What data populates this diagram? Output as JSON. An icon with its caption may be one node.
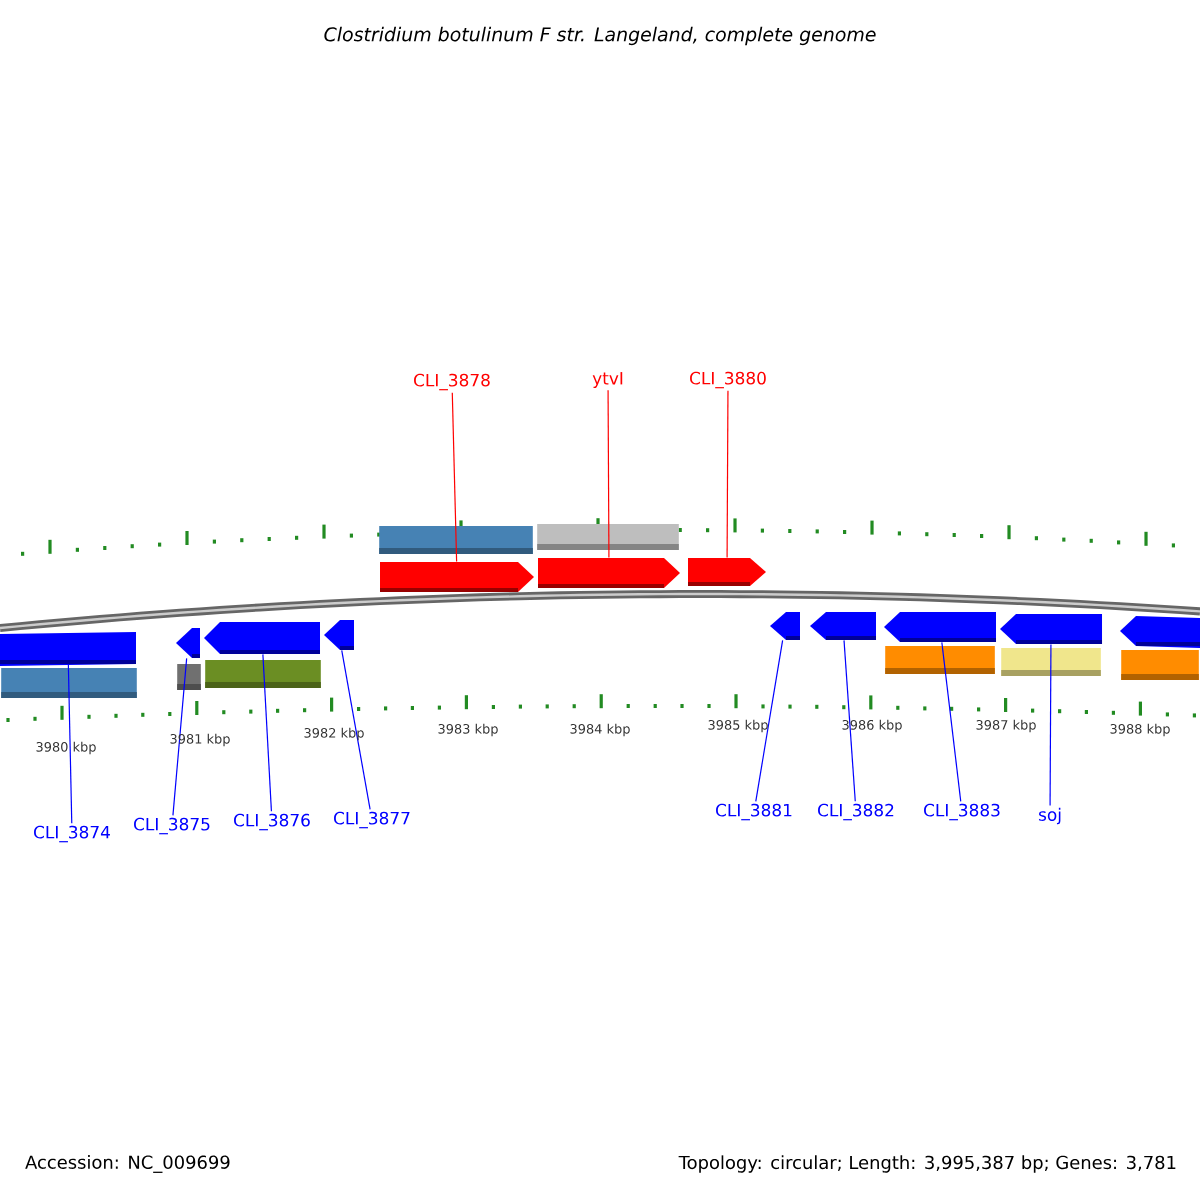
{
  "diagram": {
    "title": "Clostridium botulinum F str. Langeland, complete genome",
    "nodes": [
      {
        "text": [
          "CLI_3878"
        ]
      },
      {
        "text": [
          "ytvI"
        ]
      },
      {
        "text": [
          "CLI_3880"
        ]
      },
      {
        "text": [],
        "shape": "bar"
      },
      {
        "text": [],
        "shape": "bar"
      },
      {
        "text": [],
        "shape": "bar"
      },
      {
        "text": [],
        "shape": "bar"
      },
      {
        "text": [],
        "shape": "bar"
      },
      {
        "text": [],
        "shape": "bar"
      },
      {
        "text": [],
        "shape": "bar"
      },
      {
        "text": [],
        "shape": "bar"
      },
      {
        "text": [],
        "shape": "bar"
      },
      {
        "text": [],
        "shape": "bar"
      },
      {
        "text": [],
        "shape": "bar"
      },
      {
        "text": [],
        "shape": "bar"
      },
      {
        "text": [
          "CLI_3874"
        ]
      },
      {
        "text": [
          "CLI_3875"
        ]
      },
      {
        "text": [
          "CLI_3876"
        ]
      },
      {
        "text": [
          "CLI_3877"
        ]
      },
      {
        "text": [
          "CLI_3881"
        ]
      },
      {
        "text": [
          "CLI_3882"
        ]
      },
      {
        "text": [
          "CLI_3883"
        ]
      },
      {
        "text": [
          "soj"
        ]
      }
    ],
    "edges": [
      {
        "from": 0,
        "to": 3,
        "arrow": "none",
        "color": "#ff0000"
      },
      {
        "from": 1,
        "to": 4,
        "arrow": "none",
        "color": "#ff0000"
      },
      {
        "from": 2,
        "to": 5,
        "arrow": "none",
        "color": "#ff0000"
      },
      {
        "from": 15,
        "to": 6,
        "arrow": "none"
      },
      {
        "from": 16,
        "to": 7,
        "arrow": "none"
      },
      {
        "from": 17,
        "to": 8,
        "arrow": "none"
      },
      {
        "from": 18,
        "to": 9,
        "arrow": "none"
      },
      {
        "from": 19,
        "to": 10,
        "arrow": "none"
      },
      {
        "from": 20,
        "to": 11,
        "arrow": "none"
      },
      {
        "from": 21,
        "to": 12,
        "arrow": "none"
      },
      {
        "from": 22,
        "to": 13,
        "arrow": "none"
      }
    ],
    "labels": [
      "3980 kbp",
      "3981 kbp",
      "3982 kbp",
      "3983 kbp",
      "3984 kbp",
      "3985 kbp",
      "3986 kbp",
      "3987 kbp",
      "3988 kbp",
      "Accession: NC_009699",
      "Topology: circular; Length: 3,995,387 bp; Genes: 3,781"
    ]
  }
}
